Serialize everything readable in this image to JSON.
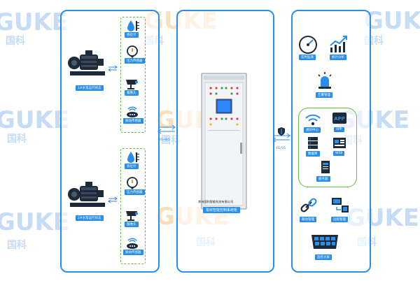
{
  "watermark": {
    "latin": "GUKE",
    "cjk": "国科"
  },
  "left_panel": {
    "pump_top_label": "1#水泵运行状态",
    "pump_bottom_label": "2#水泵运行状态",
    "sensors_top": [
      "液位计",
      "压力传感器",
      "摄像头",
      "振动传感器"
    ],
    "sensors_bottom": [
      "液位计",
      "压力传感器",
      "摄像头",
      "振动传感器"
    ]
  },
  "link_left": "RS485",
  "link_right": "4G/5G",
  "center_panel": {
    "caption": "郑州国科智能科技有限公司",
    "bottom_label": "泵房智能控制系统柜"
  },
  "right_panel": {
    "top_items": [
      "实时监测",
      "统计分析",
      "告警管理"
    ],
    "center_grid": [
      "通讯中心",
      "APP",
      "数据库",
      "WEB",
      "服务器"
    ],
    "bottom_items": [
      "联动管理",
      "远程管理",
      "监控大屏"
    ]
  },
  "colors": {
    "accent": "#2a8ee8",
    "green_dash": "#66bb44",
    "watermark_orange": "#f6c98a",
    "watermark_blue": "#c6dcf4"
  }
}
